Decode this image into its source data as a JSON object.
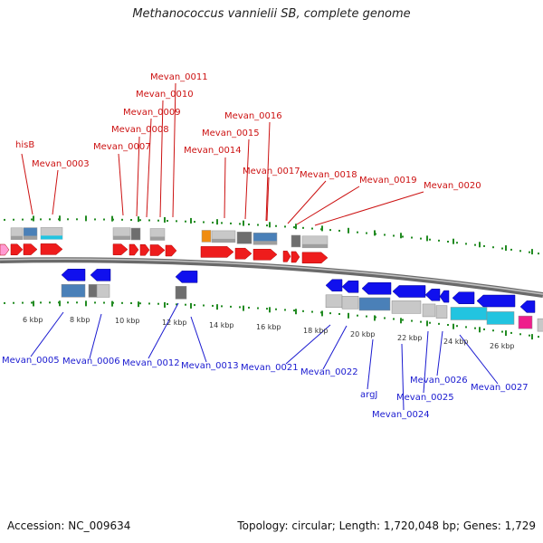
{
  "title": "Methanococcus vannielii SB, complete genome",
  "footer": {
    "accession": "Accession: NC_009634",
    "summary": "Topology: circular; Length: 1,720,048 bp; Genes: 1,729"
  },
  "colors": {
    "forward_label": "#cc1111",
    "reverse_label": "#1a1ad0",
    "forward_gene": "#ee1c1c",
    "reverse_gene": "#1010ee",
    "tick": "#228b22",
    "backbone": "#888888",
    "feature_gray": "#c8c8c8",
    "feature_dark": "#6e6e6e",
    "feature_steel": "#4a80b8",
    "feature_cyan": "#22c4e0",
    "feature_orange": "#f08c10",
    "feature_magenta": "#ee1f8c",
    "feature_pink": "#ff9ad2"
  },
  "kbp_labels": [
    {
      "text": "6 kbp"
    },
    {
      "text": "8 kbp"
    },
    {
      "text": "10 kbp"
    },
    {
      "text": "12 kbp"
    },
    {
      "text": "14 kbp"
    },
    {
      "text": "16 kbp"
    },
    {
      "text": "18 kbp"
    },
    {
      "text": "20 kbp"
    },
    {
      "text": "22 kbp"
    },
    {
      "text": "24 kbp"
    },
    {
      "text": "26 kbp"
    }
  ],
  "forward_labels": [
    {
      "text": "hisB"
    },
    {
      "text": "Mevan_0003"
    },
    {
      "text": "Mevan_0007"
    },
    {
      "text": "Mevan_0008"
    },
    {
      "text": "Mevan_0009"
    },
    {
      "text": "Mevan_0010"
    },
    {
      "text": "Mevan_0011"
    },
    {
      "text": "Mevan_0014"
    },
    {
      "text": "Mevan_0015"
    },
    {
      "text": "Mevan_0016"
    },
    {
      "text": "Mevan_0017"
    },
    {
      "text": "Mevan_0018"
    },
    {
      "text": "Mevan_0019"
    },
    {
      "text": "Mevan_0020"
    }
  ],
  "reverse_labels": [
    {
      "text": "Mevan_0005"
    },
    {
      "text": "Mevan_0006"
    },
    {
      "text": "Mevan_0012"
    },
    {
      "text": "Mevan_0013"
    },
    {
      "text": "Mevan_0021"
    },
    {
      "text": "Mevan_0022"
    },
    {
      "text": "argJ"
    },
    {
      "text": "Mevan_0024"
    },
    {
      "text": "Mevan_0025"
    },
    {
      "text": "Mevan_0026"
    },
    {
      "text": "Mevan_0027"
    }
  ]
}
